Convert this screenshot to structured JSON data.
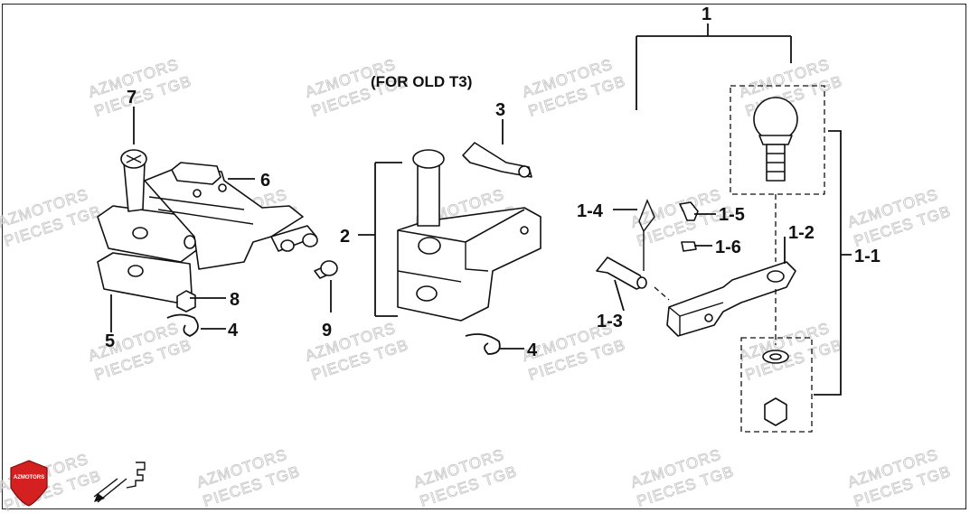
{
  "diagram": {
    "note": "(FOR OLD T3)",
    "callouts": {
      "c1": "1",
      "c2": "2",
      "c3": "3",
      "c4a": "4",
      "c4b": "4",
      "c5": "5",
      "c6": "6",
      "c7": "7",
      "c8": "8",
      "c9": "9",
      "c1_1": "1-1",
      "c1_2": "1-2",
      "c1_3": "1-3",
      "c1_4": "1-4",
      "c1_5": "1-5",
      "c1_6": "1-6"
    },
    "watermark": {
      "line1": "AZMOTORS",
      "line2": "PIECES TGB"
    },
    "logo": {
      "text": "AZMOTORS",
      "color": "#d42020"
    }
  }
}
